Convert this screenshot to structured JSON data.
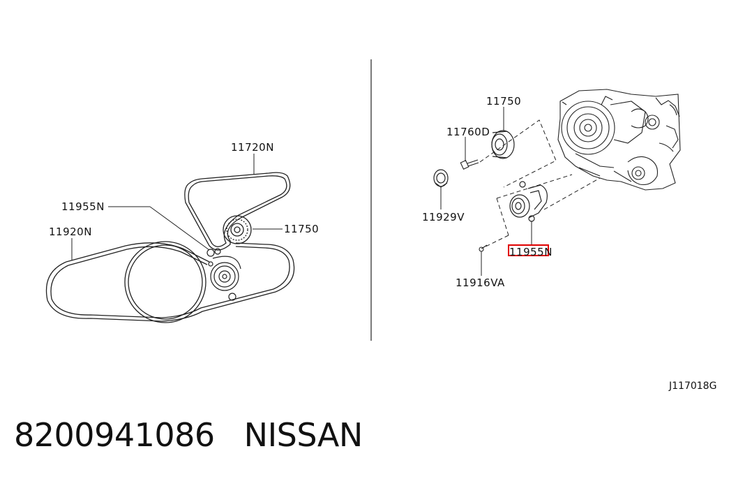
{
  "left_view": {
    "labels": {
      "belt_main": "11720N",
      "tensioner": "11955N",
      "belt_secondary": "11920N",
      "idler": "11750"
    }
  },
  "right_view": {
    "labels": {
      "idler": "11750",
      "bolt": "11760D",
      "cap": "11929V",
      "tensioner_highlighted": "11955N",
      "bolt_lower": "11916VA"
    },
    "highlight_color": "#e00000"
  },
  "reference_code": "J117018G",
  "footer": {
    "part_number": "8200941086",
    "brand": "NISSAN"
  }
}
